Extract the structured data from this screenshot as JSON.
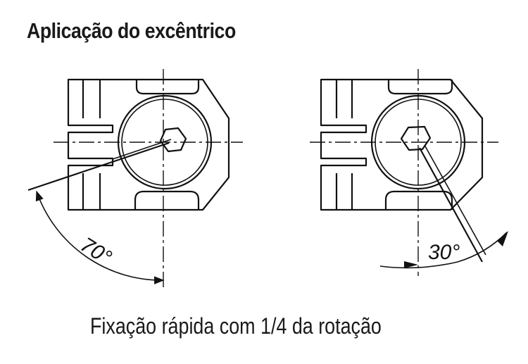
{
  "title": "Aplicação do excêntrico",
  "caption": "Fixação rápida com 1/4 da rotação",
  "diagrams": [
    {
      "id": "left",
      "angle_label": "70°"
    },
    {
      "id": "right",
      "angle_label": "30°"
    }
  ],
  "colors": {
    "line": "#111111",
    "background": "#ffffff"
  }
}
